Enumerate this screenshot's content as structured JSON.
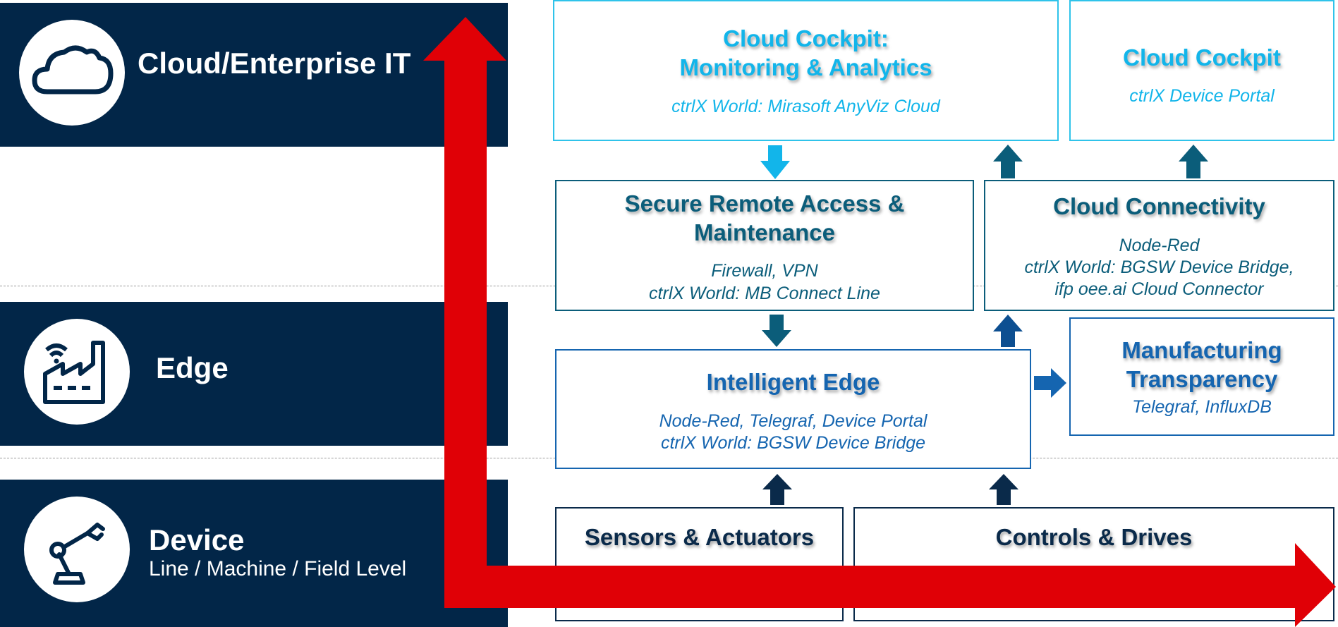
{
  "layers": {
    "cloud": {
      "title": "Cloud/Enterprise IT",
      "icon": "cloud-icon"
    },
    "edge": {
      "title": "Edge",
      "icon": "factory-icon"
    },
    "device": {
      "title": "Device",
      "subtitle": "Line / Machine / Field Level",
      "icon": "robot-arm-icon"
    }
  },
  "boxes": {
    "cloud_cockpit_monitoring": {
      "title_line1": "Cloud Cockpit:",
      "title_line2": "Monitoring & Analytics",
      "subtitle": "ctrlX World: Mirasoft AnyViz Cloud"
    },
    "cloud_cockpit": {
      "title": "Cloud Cockpit",
      "subtitle": "ctrlX Device Portal"
    },
    "secure_remote": {
      "title_line1": "Secure Remote Access &",
      "title_line2": "Maintenance",
      "subtitle_line1": "Firewall, VPN",
      "subtitle_line2": "ctrlX World: MB Connect Line"
    },
    "cloud_connectivity": {
      "title": "Cloud Connectivity",
      "subtitle_line1": "Node-Red",
      "subtitle_line2": "ctrlX World: BGSW Device Bridge,",
      "subtitle_line3": "ifp oee.ai Cloud Connector"
    },
    "intelligent_edge": {
      "title": "Intelligent Edge",
      "subtitle_line1": "Node-Red, Telegraf, Device Portal",
      "subtitle_line2": "ctrlX World: BGSW Device Bridge"
    },
    "manufacturing_transparency": {
      "title_line1": "Manufacturing",
      "title_line2": "Transparency",
      "subtitle": "Telegraf, InfluxDB"
    },
    "sensors_actuators": {
      "title": "Sensors & Actuators"
    },
    "controls_drives": {
      "title": "Controls & Drives"
    }
  },
  "colors": {
    "layer_bg": "#022648",
    "sky": "#12b5ea",
    "teal": "#0b5d7a",
    "blue": "#1565b0",
    "navy": "#0a2a4a",
    "red": "#e00006"
  }
}
